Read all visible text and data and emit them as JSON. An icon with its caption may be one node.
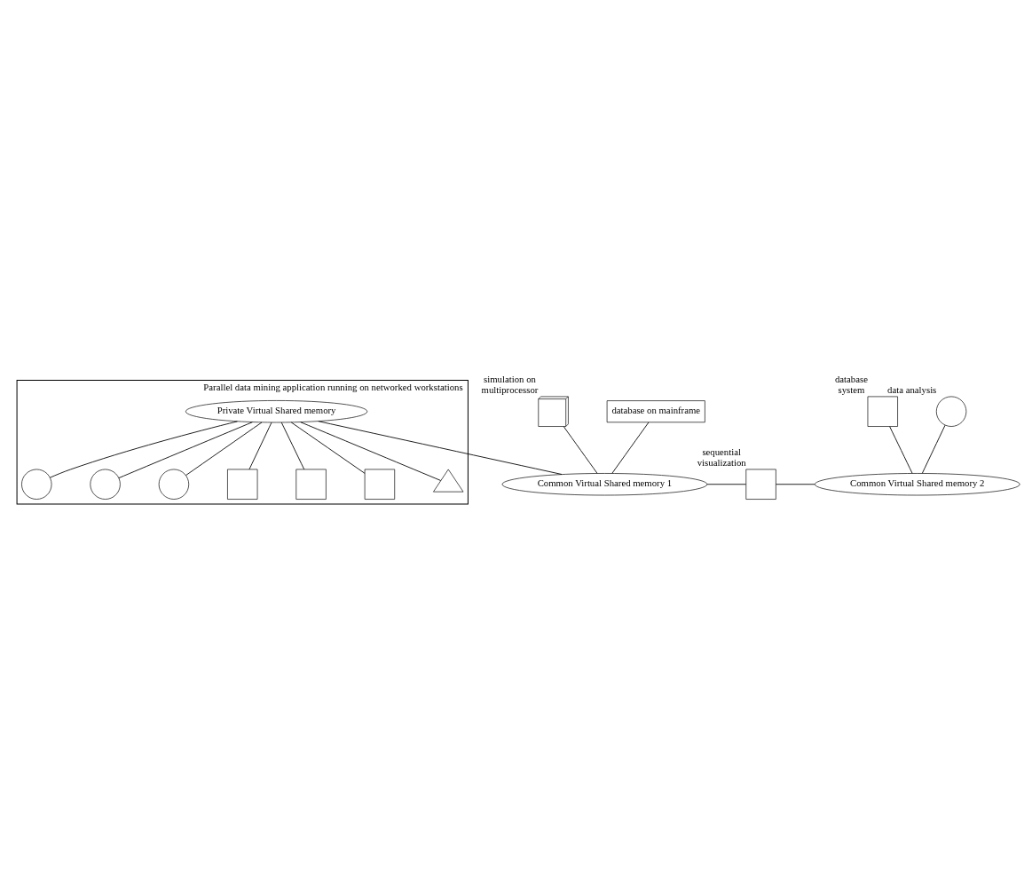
{
  "diagram": {
    "nodes": [
      {
        "text": [
          "Parallel data mining application running on networked workstations"
        ]
      },
      {
        "text": [
          "Private Virtual Shared memory"
        ],
        "in": 0
      },
      {
        "text": [],
        "shape": "circle",
        "in": 0
      },
      {
        "text": [],
        "shape": "circle",
        "in": 0
      },
      {
        "text": [],
        "shape": "circle",
        "in": 0
      },
      {
        "text": [],
        "shape": "box",
        "in": 0
      },
      {
        "text": [],
        "shape": "box",
        "in": 0
      },
      {
        "text": [],
        "shape": "box",
        "in": 0
      },
      {
        "text": [],
        "shape": "triangle",
        "in": 0
      },
      {
        "text": [
          "Common Virtual Shared memory 1"
        ]
      },
      {
        "text": [],
        "shape": "box",
        "beside": [
          "sequential visualization"
        ]
      },
      {
        "text": [
          "Common Virtual Shared memory 2"
        ]
      },
      {
        "text": [],
        "shape": "box",
        "beside": [
          "database system"
        ]
      },
      {
        "text": [],
        "shape": "circle",
        "beside": [
          "data analysis"
        ]
      },
      {
        "text": [],
        "shape": "box",
        "beside": [
          "simulation on multiprocessor"
        ]
      },
      {
        "text": [
          "database on mainframe"
        ]
      }
    ],
    "edges": [
      {
        "from": 1,
        "to": 2,
        "arrow": "none"
      },
      {
        "from": 1,
        "to": 3,
        "arrow": "none"
      },
      {
        "from": 1,
        "to": 4,
        "arrow": "none"
      },
      {
        "from": 1,
        "to": 5,
        "arrow": "none"
      },
      {
        "from": 1,
        "to": 6,
        "arrow": "none"
      },
      {
        "from": 1,
        "to": 7,
        "arrow": "none"
      },
      {
        "from": 1,
        "to": 8,
        "arrow": "none"
      },
      {
        "from": 1,
        "to": 9,
        "arrow": "none"
      },
      {
        "from": 9,
        "to": 10,
        "arrow": "none"
      },
      {
        "from": 10,
        "to": 11,
        "arrow": "none"
      },
      {
        "from": 12,
        "to": 11,
        "arrow": "none"
      },
      {
        "from": 13,
        "to": 11,
        "arrow": "none"
      },
      {
        "from": 14,
        "to": 9,
        "arrow": "none"
      },
      {
        "from": 15,
        "to": 9,
        "arrow": "none"
      }
    ]
  }
}
